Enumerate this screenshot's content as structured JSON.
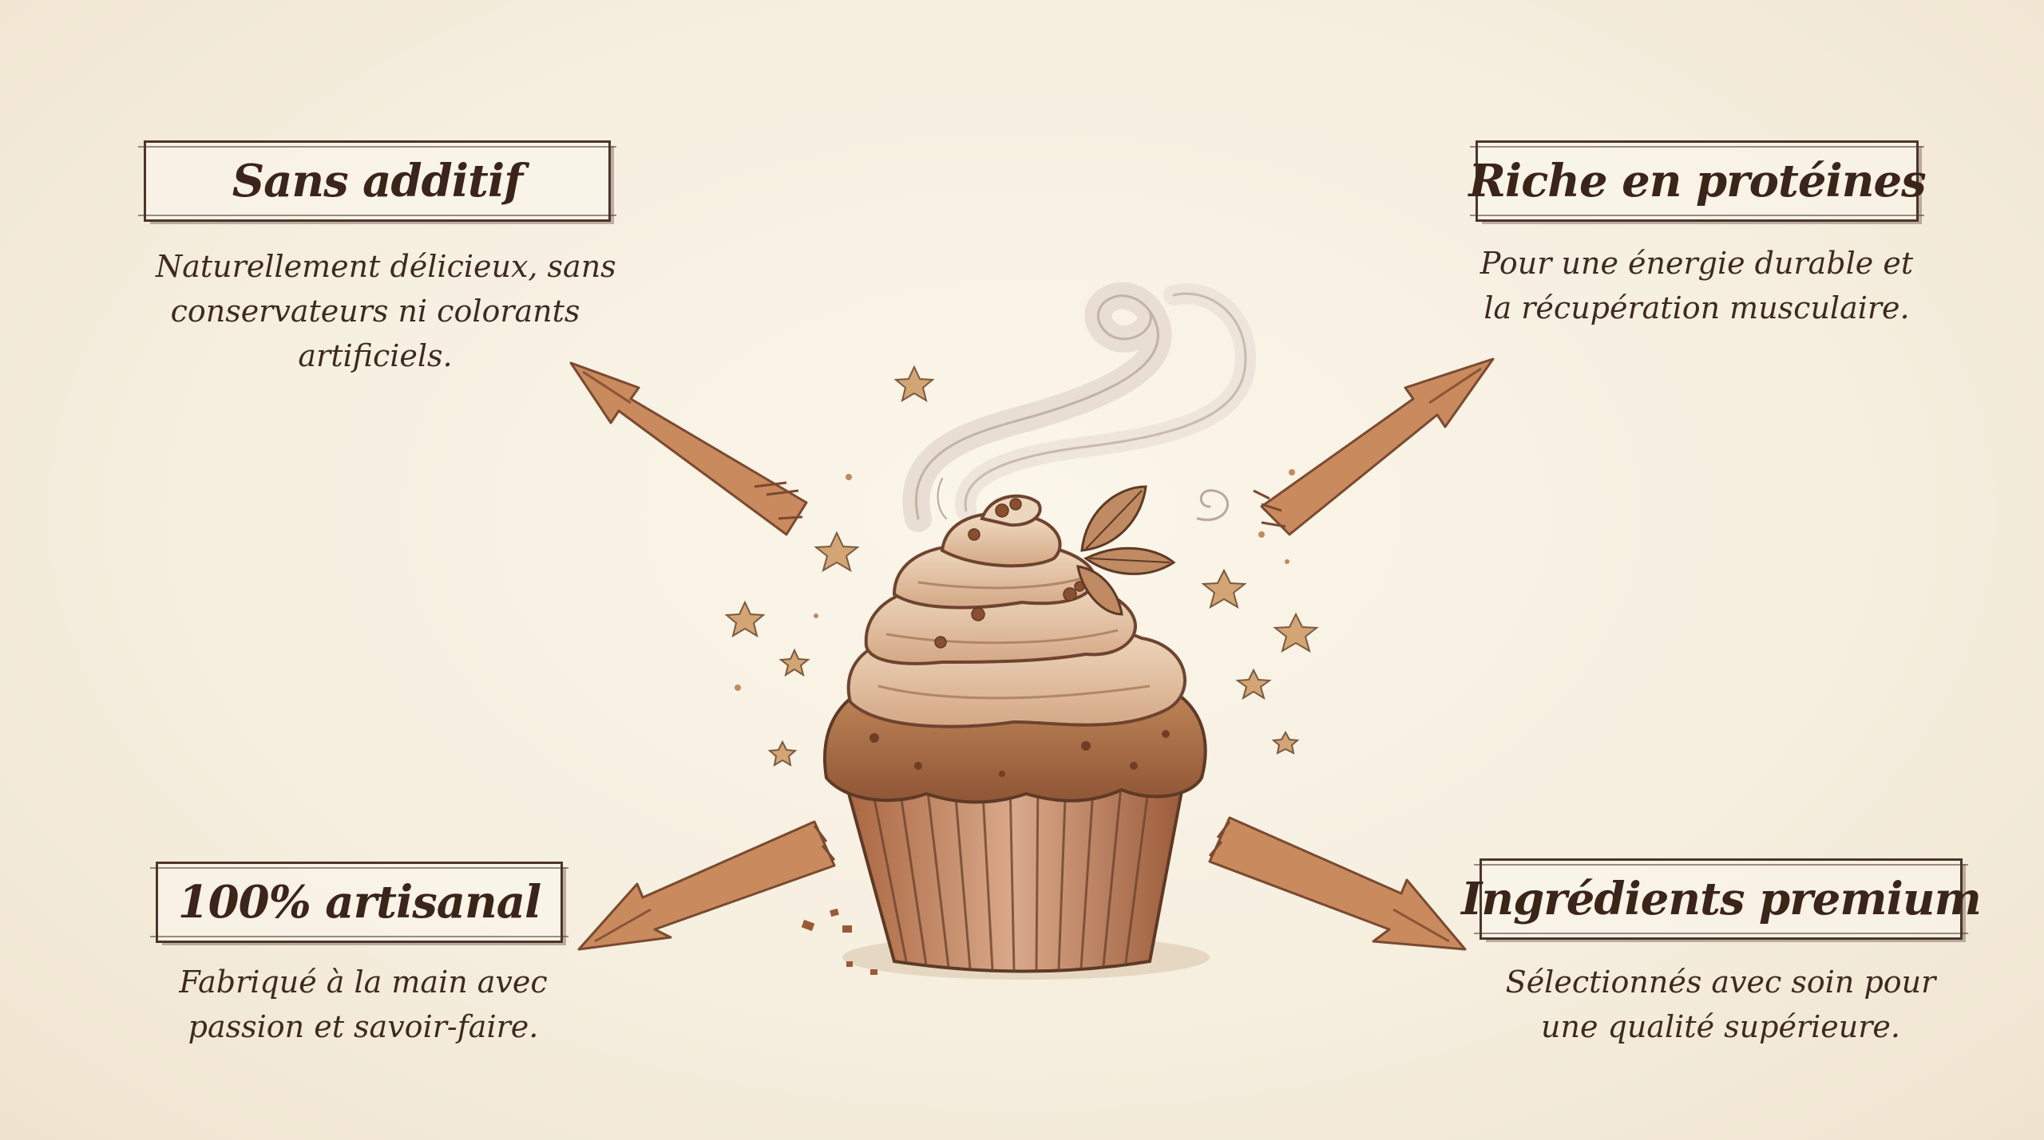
{
  "features": [
    {
      "id": "sans-additif",
      "title": "Sans additif",
      "description_lines": [
        "Naturellement délicieux, sans",
        "conservateurs ni colorants",
        "artificiels."
      ]
    },
    {
      "id": "riche-en-proteines",
      "title": "Riche en protéines",
      "description_lines": [
        "Pour une énergie durable et",
        "la récupération musculaire."
      ]
    },
    {
      "id": "artisanal",
      "title": "100% artisanal",
      "description_lines": [
        "Fabriqué à la main avec",
        "passion et savoir-faire."
      ]
    },
    {
      "id": "ingredients-premium",
      "title": "Ingrédients premium",
      "description_lines": [
        "Sélectionnés avec soin pour",
        "une qualité supérieure."
      ]
    }
  ],
  "colors": {
    "background": "#f7f1e3",
    "ink": "#3b2419",
    "arrow": "#c98a5e",
    "cupcake_cake": "#b0734a",
    "frosting": "#e8c9a8",
    "star": "#d4a574"
  },
  "icons": [
    "cupcake-illustration",
    "steam-swirl",
    "leaf-icon",
    "star-icon",
    "arrow-icon"
  ]
}
